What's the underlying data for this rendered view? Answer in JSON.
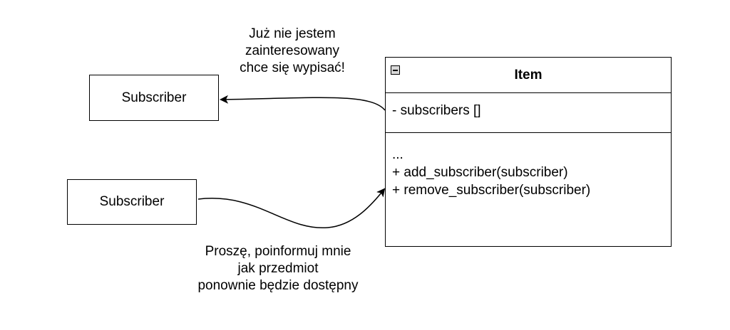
{
  "subscriber_top": {
    "label": "Subscriber"
  },
  "subscriber_bottom": {
    "label": "Subscriber"
  },
  "note_unsubscribe": {
    "lines": [
      "Już nie jestem",
      "zainteresowany",
      "chce się wypisać!"
    ]
  },
  "note_subscribe": {
    "lines": [
      "Proszę, poinformuj mnie",
      "jak przedmiot",
      "ponownie będzie dostępny"
    ]
  },
  "item_class": {
    "title": "Item",
    "attributes": [
      "- subscribers []"
    ],
    "methods": [
      "...",
      "+ add_subscriber(subscriber)",
      "+ remove_subscriber(subscriber)"
    ]
  }
}
